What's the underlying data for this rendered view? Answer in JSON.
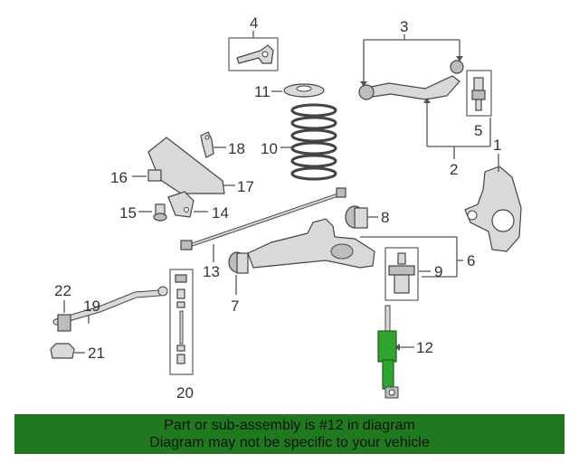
{
  "callouts": {
    "c1": "1",
    "c2": "2",
    "c3": "3",
    "c4": "4",
    "c5": "5",
    "c6": "6",
    "c7": "7",
    "c8": "8",
    "c9": "9",
    "c10": "10",
    "c11": "11",
    "c12": "12",
    "c13": "13",
    "c14": "14",
    "c15": "15",
    "c16": "16",
    "c17": "17",
    "c18": "18",
    "c19": "19",
    "c20": "20",
    "c21": "21",
    "c22": "22"
  },
  "banner": {
    "line1": "Part or sub-assembly is #12 in diagram",
    "line2": "Diagram may not be specific to your vehicle"
  },
  "colors": {
    "banner_bg": "#1f7a1f",
    "highlight_part": "#2fa52f"
  }
}
